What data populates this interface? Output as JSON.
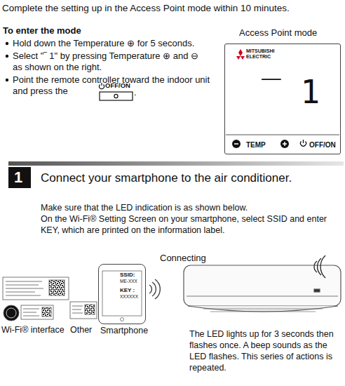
{
  "diagram": {
    "title": "Connect your smartphone to the air conditioner.",
    "nodes": [
      {
        "text": [
          "Access Point mode",
          "MITSUBISHI ELECTRIC",
          "‾ 1",
          "TEMP",
          "OFF/ON"
        ]
      },
      {
        "text": [
          "1"
        ]
      },
      {
        "text": [
          "SSID:",
          "ME-XXX",
          "KEY :",
          "XXXXXX",
          "Smartphone"
        ]
      }
    ],
    "labels": [
      "Complete the setting up in the Access Point mode within 10 minutes.",
      "To enter the mode",
      "Hold down the Temperature ⊕ for 5 seconds.",
      "Select \"‾ 1\" by pressing Temperature ⊕ and ⊖ as shown on the right.",
      "Point the remote controller toward the indoor unit and press the",
      "OFF/ON",
      ".",
      "Make sure that the LED indication is as shown below.",
      "On the Wi-Fi® Setting Screen on your smartphone, select SSID and enter KEY, which are printed on the information label.",
      "Connecting",
      "Wi-Fi® interface",
      "Other",
      "The LED lights up for 3 seconds then flashes once. A beep sounds as the LED flashes. This series of actions is repeated."
    ]
  }
}
